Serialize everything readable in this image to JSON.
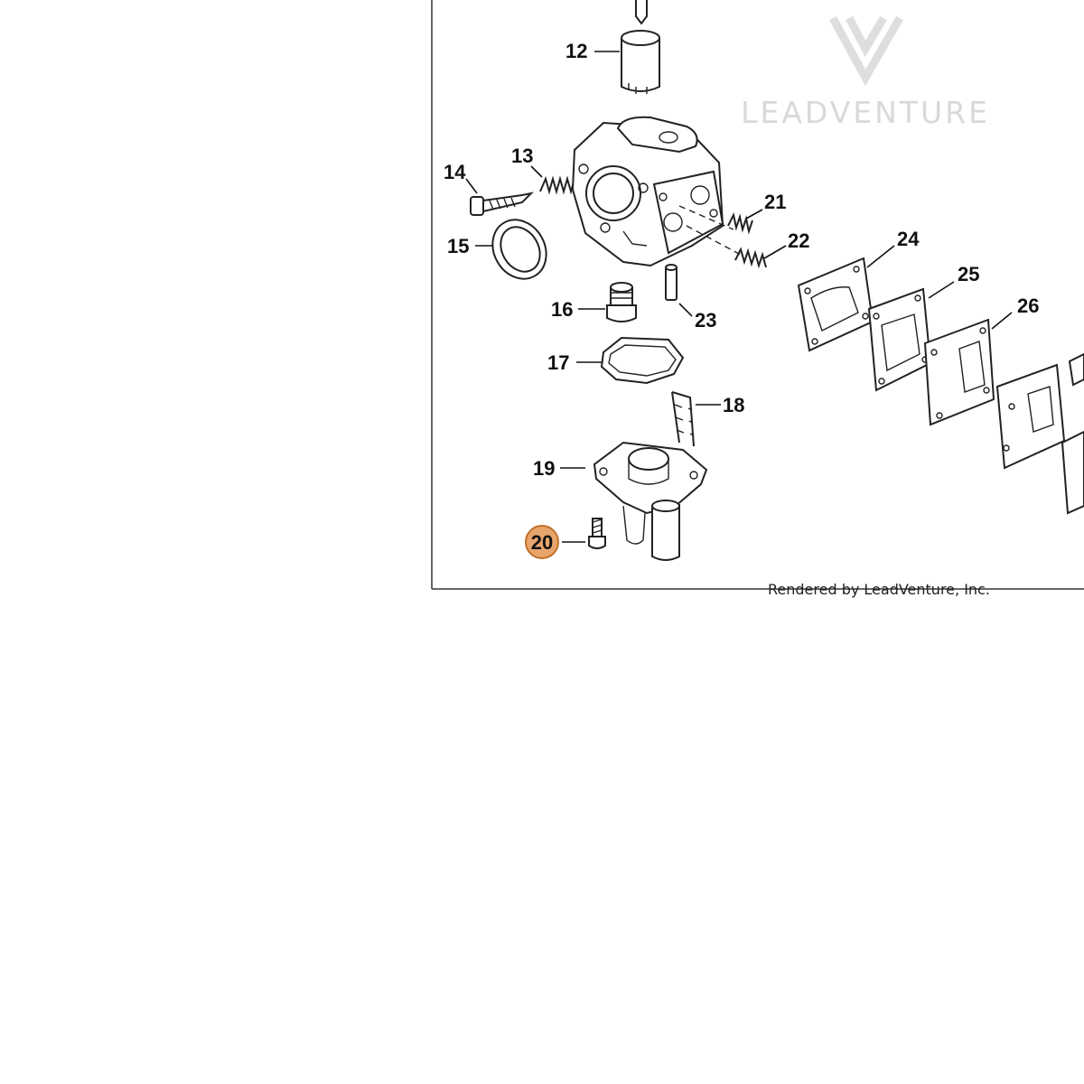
{
  "diagram": {
    "callouts": {
      "c12": "12",
      "c13": "13",
      "c14": "14",
      "c15": "15",
      "c16": "16",
      "c17": "17",
      "c18": "18",
      "c19": "19",
      "c20": "20",
      "c21": "21",
      "c22": "22",
      "c23": "23",
      "c24": "24",
      "c25": "25",
      "c26": "26"
    },
    "highlighted_part": "20",
    "highlight_color": "#e8a56b",
    "highlight_border_color": "#c0702a",
    "credit": "Rendered by LeadVenture, Inc.",
    "watermark": {
      "text": "LEADVENTURE",
      "logo": "leadventure-v-logo"
    }
  }
}
